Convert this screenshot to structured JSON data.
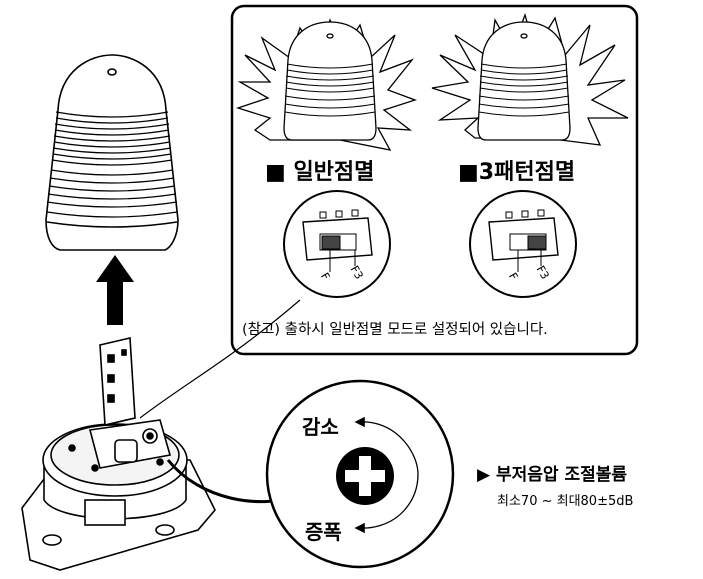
{
  "modes": {
    "normal": {
      "label": "■ 일반점멸",
      "switch_left": "F",
      "switch_right": "F3"
    },
    "pattern": {
      "label": "■3패턴점멸",
      "switch_left": "F",
      "switch_right": "F3"
    }
  },
  "note": "(참고) 출하시 일반점멸 모드로 설정되어 있습니다.",
  "knob": {
    "decrease": "감소",
    "increase": "증폭"
  },
  "volume": {
    "title": "▶ 부저음압  조절볼륨",
    "range": "최소70 ~ 최대80±5dB"
  }
}
